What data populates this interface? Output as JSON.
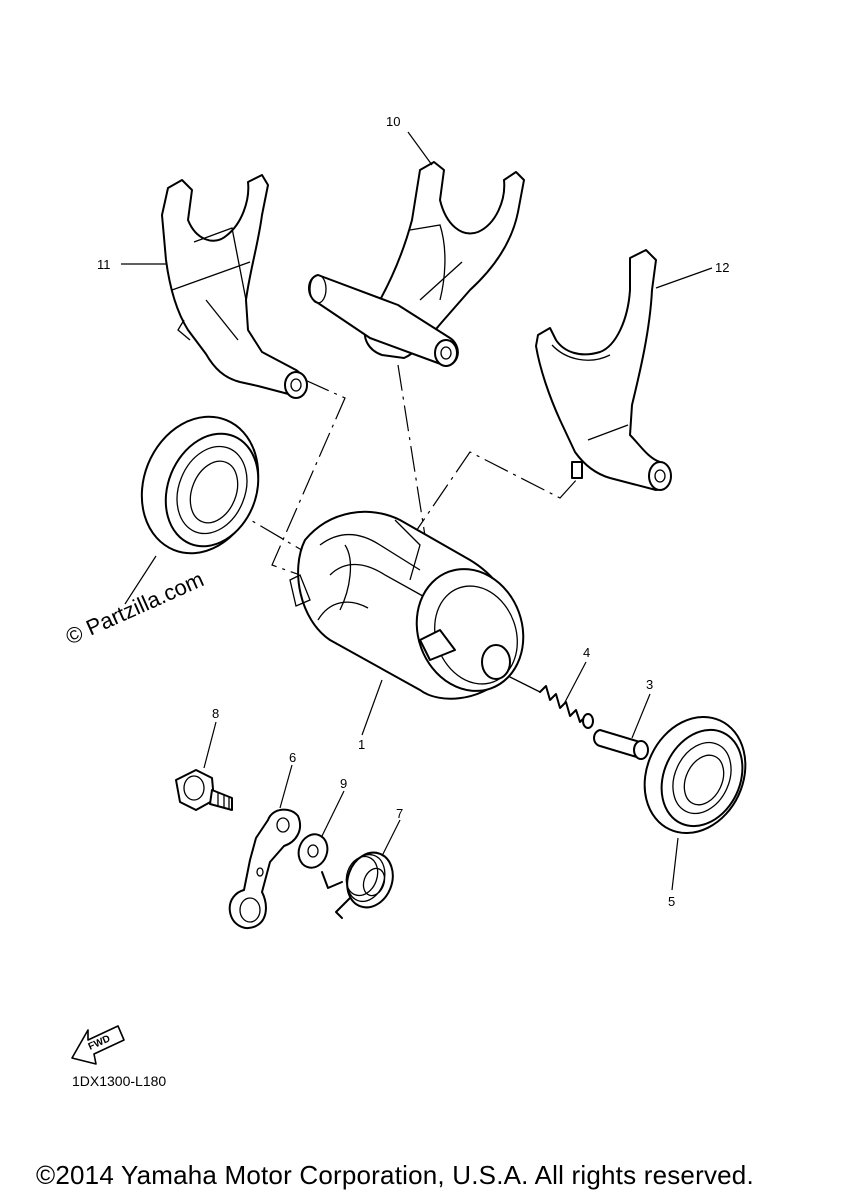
{
  "callouts": {
    "n1": "1",
    "n3": "3",
    "n4": "4",
    "n5": "5",
    "n6": "6",
    "n7": "7",
    "n8": "8",
    "n9": "9",
    "n10": "10",
    "n11": "11",
    "n12": "12"
  },
  "watermark": "© Partzilla.com",
  "fwd_label": "FWD",
  "diagram_code": "1DX1300-L180",
  "copyright": "©2014 Yamaha Motor Corporation, U.S.A. All rights reserved.",
  "icons": {
    "forward": "fwd-arrow-icon"
  }
}
